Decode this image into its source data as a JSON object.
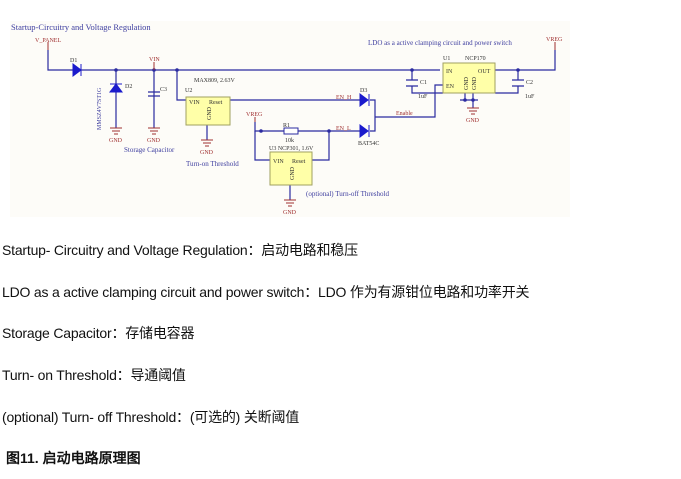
{
  "schematic": {
    "title": "Startup-Circuitry and Voltage Regulation",
    "ldo_title": "LDO as a active clamping circuit and power switch",
    "v_panel": "V_PANEL",
    "vin": "VIN",
    "vreg_left": "VREG",
    "vreg_right": "VREG",
    "d1": "D1",
    "d2": "D2",
    "d2_part": "MMSZ4V7ST1G",
    "c3": "C3",
    "gnd": "GND",
    "storage_capacitor": "Storage Capacitor",
    "u2_part": "MAX809, 2.63V",
    "u2": "U2",
    "pin_vin": "VIN",
    "pin_reset": "Reset",
    "pin_gnd": "GND",
    "turn_on": "Turn-on Threshold",
    "r1": "R1",
    "r1_value": "10k",
    "u3_part": "U3 NCP301, 1.6V",
    "turn_off": "(optional) Turn-off Threshold",
    "en_h": "EN_H",
    "en_l": "EN_L",
    "d3": "D3",
    "d4_part": "BAT54C",
    "enable": "Enable",
    "u1": "U1",
    "u1_part": "NCP170",
    "pin_in": "IN",
    "pin_en": "EN",
    "pin_out": "OUT",
    "c1": "C1",
    "c1_value": "1uF",
    "c2": "C2",
    "c2_value": "1uF"
  },
  "paragraphs": [
    "Startup- Circuitry and Voltage Regulation：启动电路和稳压",
    "LDO as a active clamping circuit and power switch：LDO 作为有源钳位电路和功率开关",
    "Storage Capacitor：存储电容器",
    "Turn- on Threshold：导通阈值",
    "(optional) Turn- off Threshold：(可选的) 关断阈值"
  ],
  "caption": "图11. 启动电路原理图",
  "colors": {
    "wire": "#2b2ba0",
    "part": "#1a1acc",
    "net": "#a03030",
    "box": "#ffffa8",
    "label": "#4040a0"
  }
}
